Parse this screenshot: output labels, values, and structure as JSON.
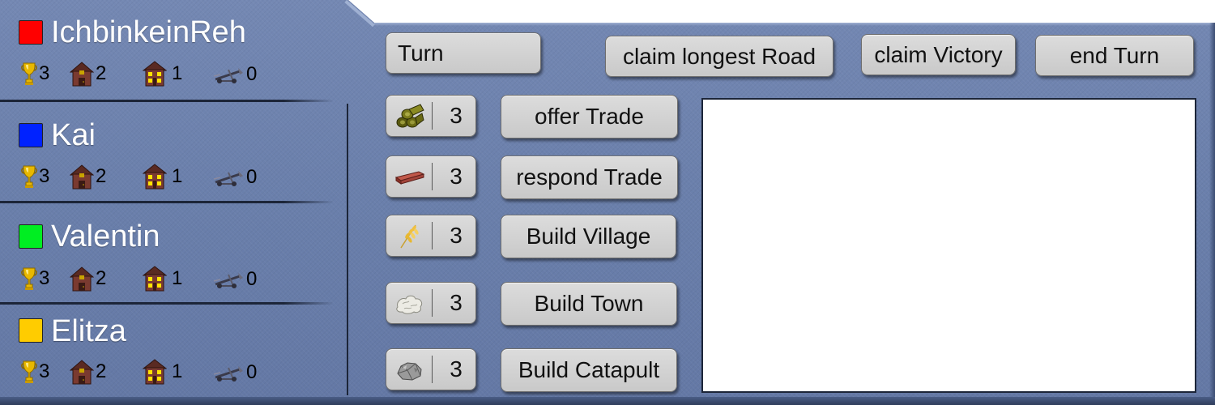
{
  "players": [
    {
      "name": "IchbinkeinReh",
      "color": "#ff0000",
      "victory_points": "3",
      "villages": "2",
      "towns": "1",
      "catapults": "0"
    },
    {
      "name": "Kai",
      "color": "#0022ff",
      "victory_points": "3",
      "villages": "2",
      "towns": "1",
      "catapults": "0"
    },
    {
      "name": "Valentin",
      "color": "#00ee22",
      "victory_points": "3",
      "villages": "2",
      "towns": "1",
      "catapults": "0"
    },
    {
      "name": "Elitza",
      "color": "#ffcc00",
      "victory_points": "3",
      "villages": "2",
      "towns": "1",
      "catapults": "0"
    }
  ],
  "turn_label": "Turn",
  "actions": {
    "claim_longest_road": "claim longest Road",
    "claim_victory": "claim Victory",
    "end_turn": "end Turn",
    "offer_trade": "offer Trade",
    "respond_trade": "respond Trade",
    "build_village": "Build Village",
    "build_town": "Build Town",
    "build_catapult": "Build Catapult"
  },
  "resources": [
    {
      "icon": "wood-icon",
      "count": "3"
    },
    {
      "icon": "brick-icon",
      "count": "3"
    },
    {
      "icon": "wheat-icon",
      "count": "3"
    },
    {
      "icon": "wool-icon",
      "count": "3"
    },
    {
      "icon": "ore-icon",
      "count": "3"
    }
  ],
  "log_text": ""
}
